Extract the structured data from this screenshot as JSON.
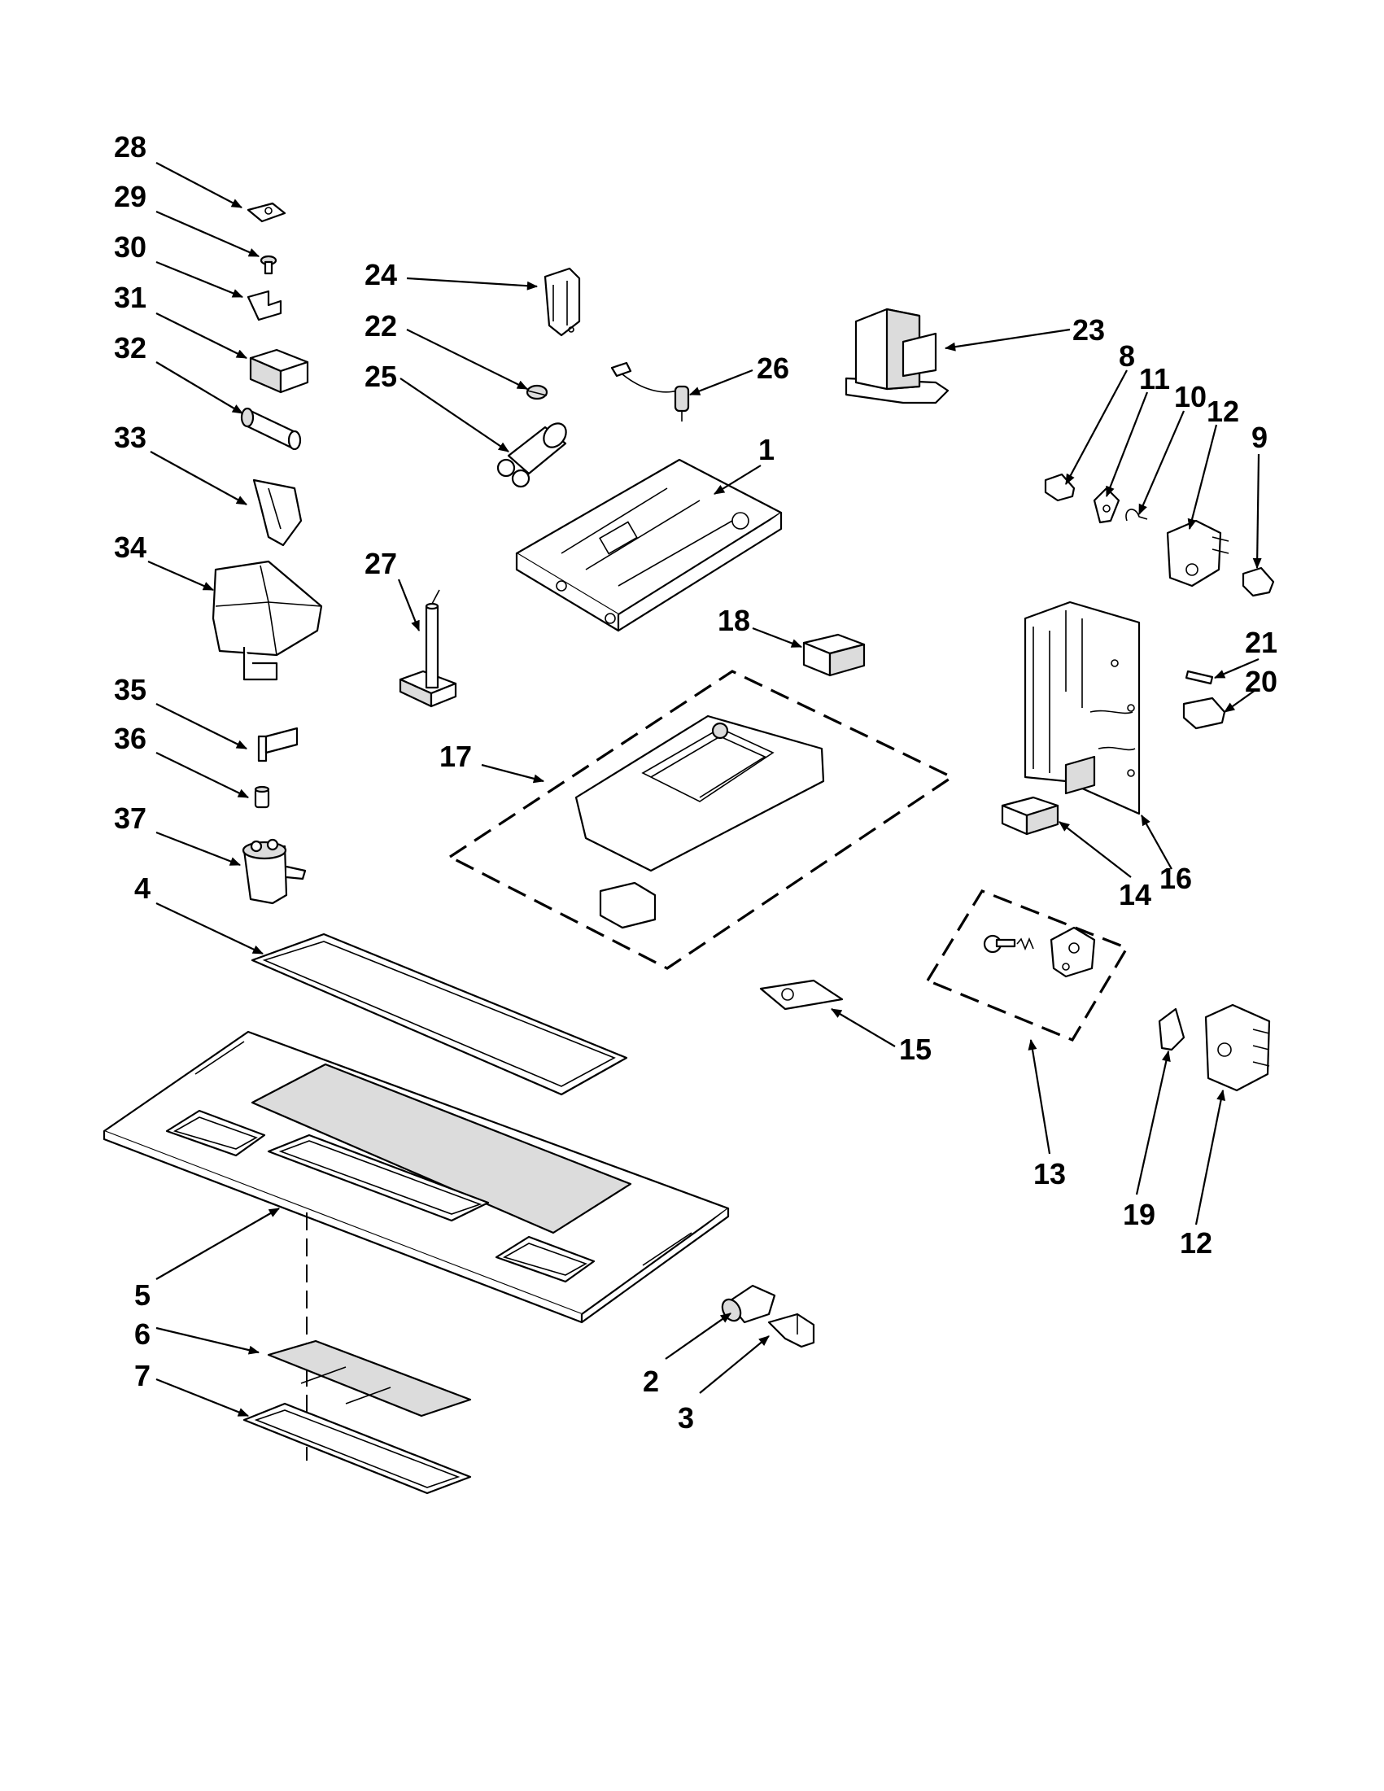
{
  "diagram": {
    "labels": {
      "p1": "1",
      "p2": "2",
      "p3": "3",
      "p4": "4",
      "p5": "5",
      "p6": "6",
      "p7": "7",
      "p8": "8",
      "p9": "9",
      "p10": "10",
      "p11": "11",
      "p12a": "12",
      "p12b": "12",
      "p13": "13",
      "p14": "14",
      "p15": "15",
      "p16": "16",
      "p17": "17",
      "p18": "18",
      "p19": "19",
      "p20": "20",
      "p21": "21",
      "p22": "22",
      "p23": "23",
      "p24": "24",
      "p25": "25",
      "p26": "26",
      "p27": "27",
      "p28": "28",
      "p29": "29",
      "p30": "30",
      "p31": "31",
      "p32": "32",
      "p33": "33",
      "p34": "34",
      "p35": "35",
      "p36": "36",
      "p37": "37"
    }
  }
}
